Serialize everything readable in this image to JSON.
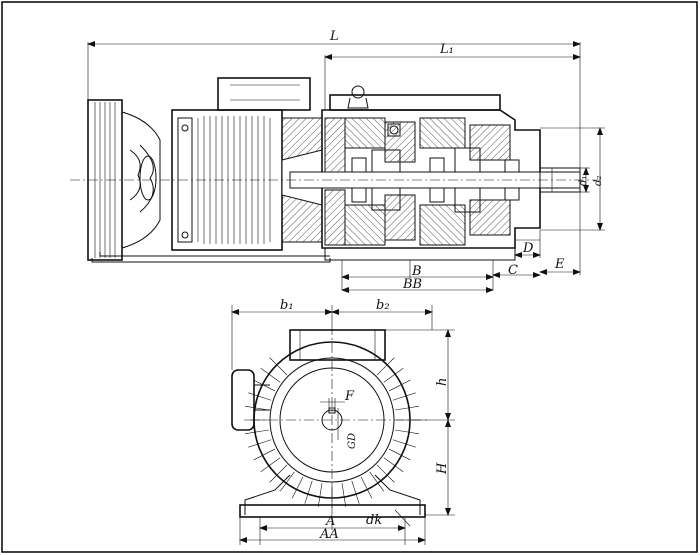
{
  "labels": {
    "L": "L",
    "L1": "L₁",
    "B": "B",
    "BB": "BB",
    "C": "C",
    "D": "D",
    "E": "E",
    "d1": "d₁",
    "d2": "d₂",
    "b1": "b₁",
    "b2": "b₂",
    "h": "h",
    "H": "H",
    "F": "F",
    "GD": "GD",
    "A": "A",
    "AA": "AA",
    "dk": "dk"
  }
}
